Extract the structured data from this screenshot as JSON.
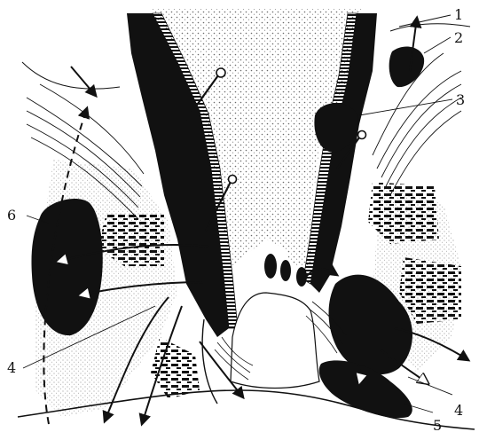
{
  "labels": {
    "l1": "1",
    "l2": "2",
    "l3": "3",
    "l4_right": "4",
    "l5": "5",
    "l6": "6",
    "l4_left": "4"
  },
  "colors": {
    "ink": "#111111",
    "paper": "#ffffff",
    "stipple": "#8a8a8a"
  }
}
